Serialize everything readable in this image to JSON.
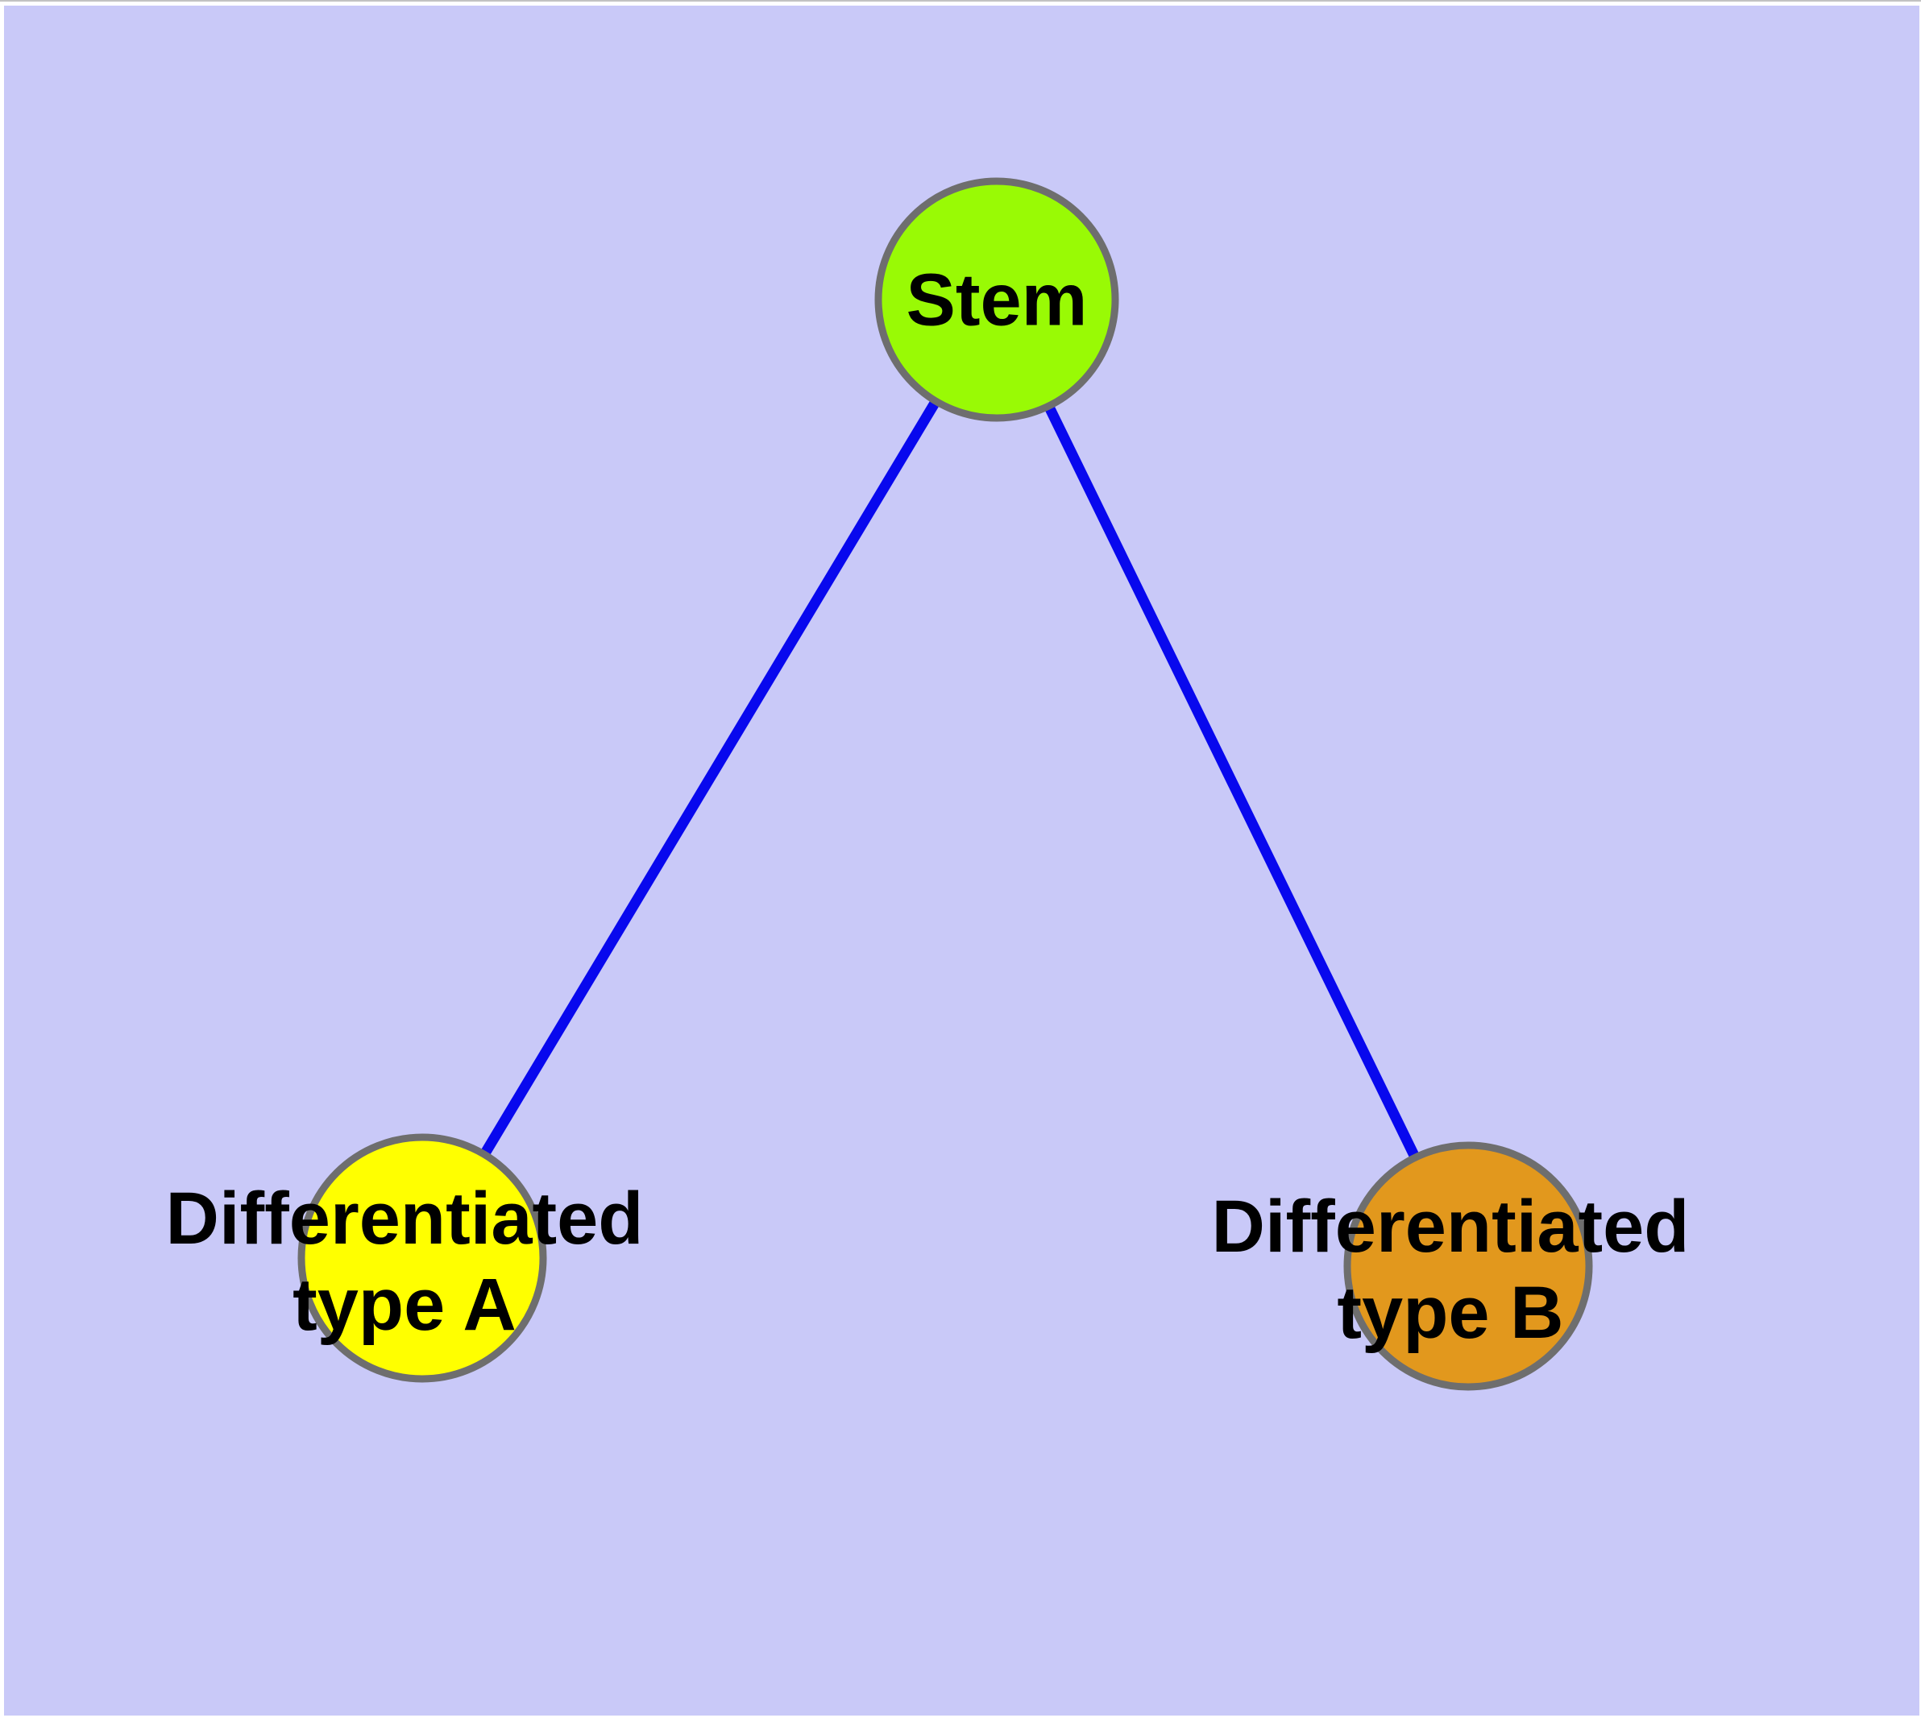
{
  "canvas": {
    "background_color": "#c9c9f8",
    "frame_color": "#ffffff",
    "top_hairline_color": "#c2c2c2"
  },
  "diagram": {
    "type": "node-link-tree",
    "nodes": {
      "stem": {
        "label": "Stem",
        "fill": "#99fa05",
        "border": "#6e6e6e"
      },
      "diff_a": {
        "line1": "Differentiated",
        "line2": "type A",
        "fill": "#ffff00",
        "border": "#6e6e6e"
      },
      "diff_b": {
        "line1": "Differentiated",
        "line2": "type B",
        "fill": "#e2981d",
        "border": "#6e6e6e"
      }
    },
    "edges": {
      "color": "#0808ee",
      "items": [
        {
          "from": "stem",
          "to": "diff_a"
        },
        {
          "from": "stem",
          "to": "diff_b"
        }
      ]
    }
  }
}
